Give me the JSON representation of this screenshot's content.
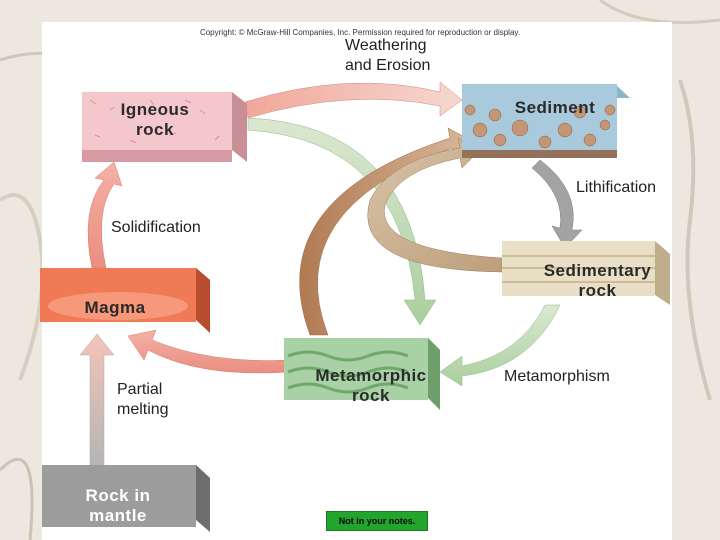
{
  "copyright": "Copyright: © McGraw-Hill Companies, Inc. Permission required for reproduction or display.",
  "rocks": {
    "igneous": {
      "line1": "Igneous",
      "line2": "rock"
    },
    "sediment": {
      "line1": "Sediment"
    },
    "sedimentary": {
      "line1": "Sedimentary",
      "line2": "rock"
    },
    "magma": {
      "line1": "Magma"
    },
    "metamorphic": {
      "line1": "Metamorphic",
      "line2": "rock"
    },
    "mantle": {
      "line1": "Rock in",
      "line2": "mantle"
    }
  },
  "processes": {
    "weathering": {
      "line1": "Weathering",
      "line2": "and Erosion"
    },
    "lithification": "Lithification",
    "solidification": "Solidification",
    "metamorphism": "Metamorphism",
    "partial_melting": {
      "line1": "Partial",
      "line2": "melting"
    }
  },
  "note": "Not in your notes.",
  "colors": {
    "igneous": "#f3c7cc",
    "sediment": "#a9c9dc",
    "sedimentary": "#e8dfc6",
    "magma": "#f07a55",
    "metamorphic": "#a9d1a6",
    "mantle": "#9c9c9c",
    "note_bg": "#22a52d"
  }
}
